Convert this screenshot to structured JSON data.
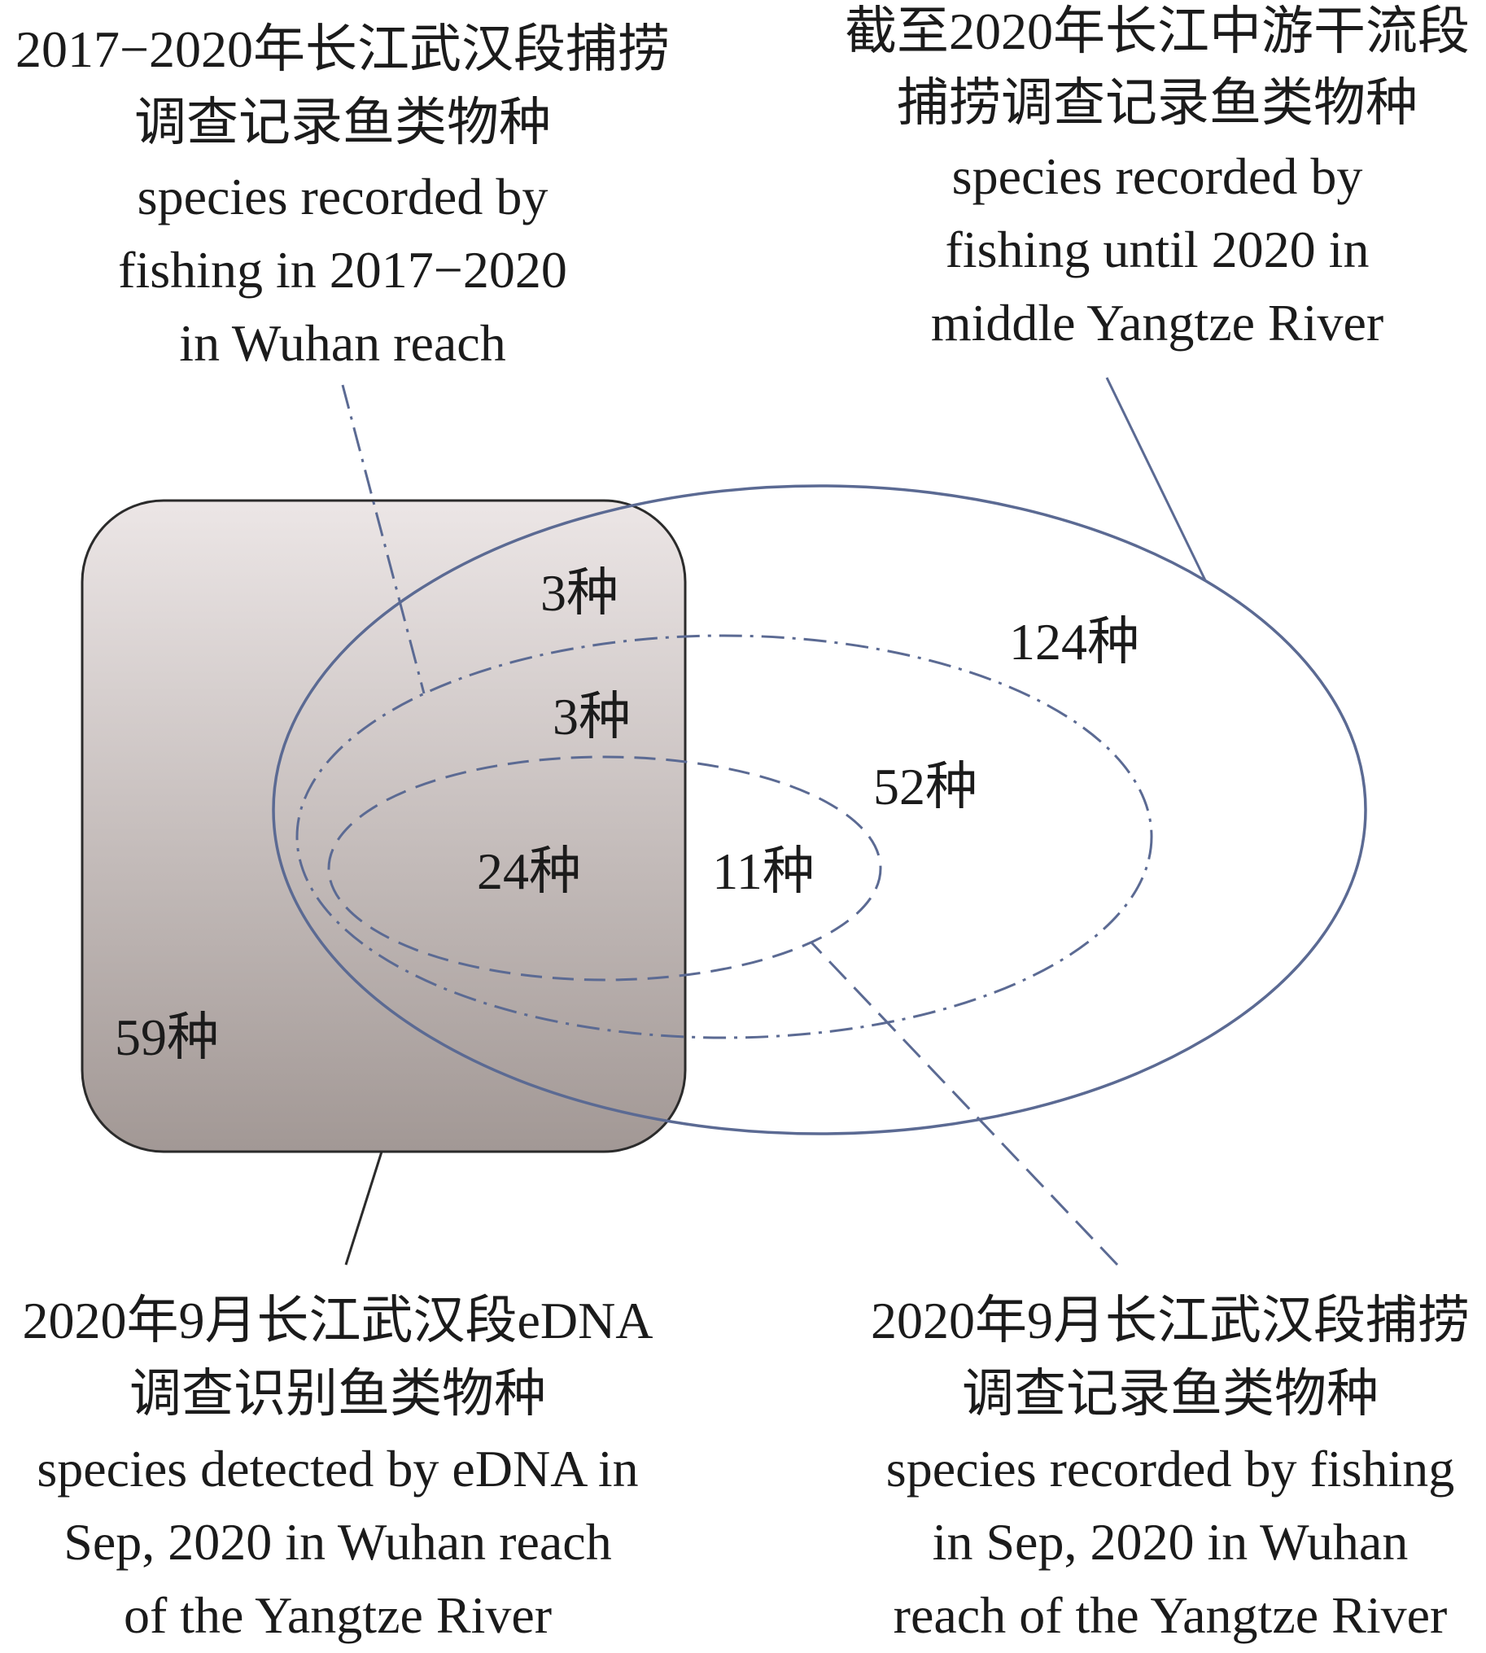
{
  "sets": {
    "wuhan_fishing_2017_2020": {
      "label": [
        "2017−2020年长江武汉段捕捞",
        "调查记录鱼类物种",
        "species recorded by",
        "fishing in 2017−2020",
        "in Wuhan reach"
      ],
      "stroke_color": "#5b6a93"
    },
    "middle_yangtze_fishing_until_2020": {
      "label": [
        "截至2020年长江中游干流段",
        "捕捞调查记录鱼类物种",
        "species recorded by",
        "fishing until 2020 in",
        "middle Yangtze River"
      ],
      "stroke_color": "#5b6a93"
    },
    "wuhan_edna_sep_2020": {
      "label": [
        "2020年9月长江武汉段eDNA",
        "调查识别鱼类物种",
        "species detected by eDNA in",
        "Sep, 2020 in Wuhan reach",
        "of the Yangtze River"
      ],
      "fill_top_color": "#ece6e6",
      "fill_bottom_color": "#a29895",
      "stroke_color": "#2b2b2b"
    },
    "wuhan_fishing_sep_2020": {
      "label": [
        "2020年9月长江武汉段捕捞",
        "调查记录鱼类物种",
        "species recorded by fishing",
        "in Sep, 2020 in Wuhan",
        "reach of the Yangtze River"
      ],
      "stroke_color": "#5b6a93"
    }
  },
  "regions": {
    "middle_yangtze_only": "124种",
    "wuhan_2017_2020_not_sep_2020_not_edna": "52种",
    "wuhan_sep_2020_fishing_not_edna": "11种",
    "edna_and_middle_yangtze_only": "3种",
    "edna_and_wuhan_2017_2020_not_sep_2020": "3种",
    "edna_and_wuhan_sep_2020_fishing": "24种",
    "edna_only": "59种"
  }
}
